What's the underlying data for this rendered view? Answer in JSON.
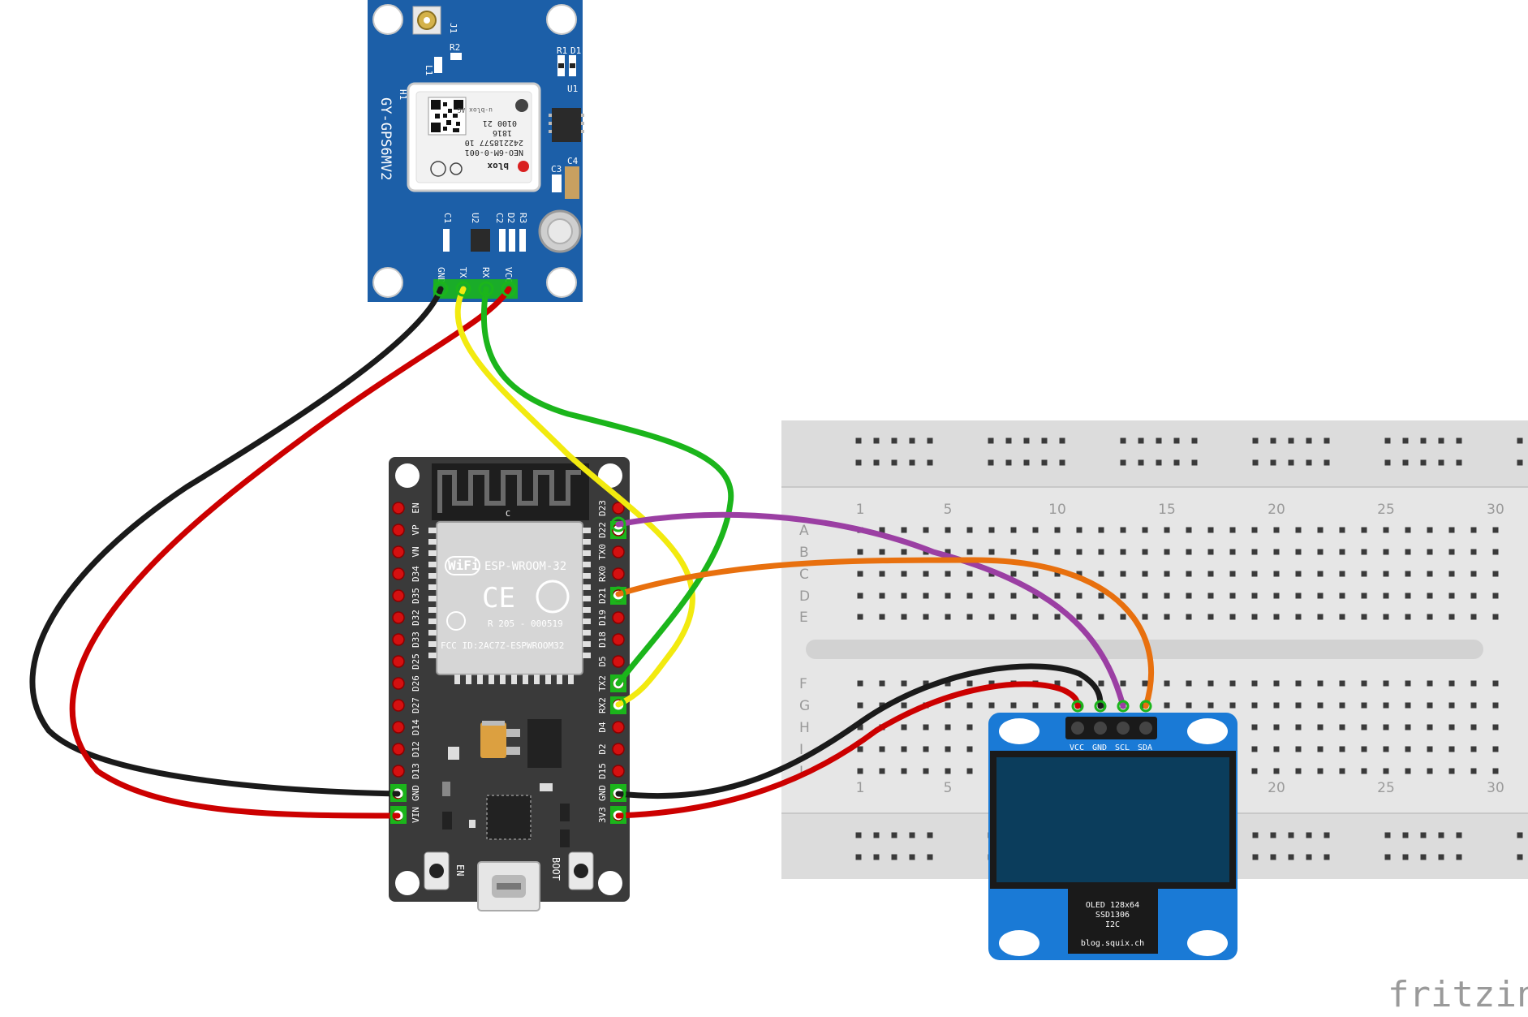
{
  "gps": {
    "board_name": "GY-GPS6MV2",
    "module_lines": [
      "NEO-6M-0-001",
      "242218577 10",
      "1816",
      "0100 21",
      "u-blox AG"
    ],
    "brand": "blox",
    "refdes": [
      "J1",
      "R2",
      "L1",
      "H1",
      "R1",
      "D1",
      "U1",
      "C4",
      "C3",
      "C1",
      "U2",
      "C2",
      "D2",
      "R3"
    ],
    "pins": [
      "GND",
      "TX",
      "RX",
      "VCC"
    ]
  },
  "esp32": {
    "module_name": "ESP-WROOM-32",
    "wifi_logo": "WiFi",
    "cert_fcc": "FCC ID:2AC7Z-ESPWROOM32",
    "cert_r": "R 205 - 000519",
    "ce_mark": "CE",
    "antenna_letter": "C",
    "left_pins": [
      "EN",
      "VP",
      "VN",
      "D34",
      "D35",
      "D32",
      "D33",
      "D25",
      "D26",
      "D27",
      "D14",
      "D12",
      "D13",
      "GND",
      "VIN"
    ],
    "right_pins": [
      "D23",
      "D22",
      "TX0",
      "RX0",
      "D21",
      "D19",
      "D18",
      "D5",
      "TX2",
      "RX2",
      "D4",
      "D2",
      "D15",
      "GND",
      "3V3"
    ],
    "btn_en": "EN",
    "btn_boot": "BOOT"
  },
  "breadboard": {
    "col_numbers": [
      "1",
      "5",
      "10",
      "15",
      "20",
      "25",
      "30"
    ],
    "rows_top": [
      "A",
      "B",
      "C",
      "D",
      "E"
    ],
    "rows_bottom": [
      "F",
      "G",
      "H",
      "I",
      "J"
    ]
  },
  "oled": {
    "pins": [
      "VCC",
      "GND",
      "SCL",
      "SDA"
    ],
    "label_lines": [
      "OLED 128x64",
      "SSD1306",
      "I2C"
    ],
    "url": "blog.squix.ch"
  },
  "watermark": "fritzing",
  "colors": {
    "gps_board": "#1c5fa8",
    "esp_board": "#3b3b3b",
    "oled_board": "#1a7ad6",
    "oled_screen": "#0b3d5c",
    "breadboard": "#e4e4e4",
    "wire_black": "#1a1a1a",
    "wire_red": "#cc0000",
    "wire_yellow": "#f2ea0f",
    "wire_green": "#1bb51b",
    "wire_purple": "#9b3fa3",
    "wire_orange": "#e8700e"
  }
}
